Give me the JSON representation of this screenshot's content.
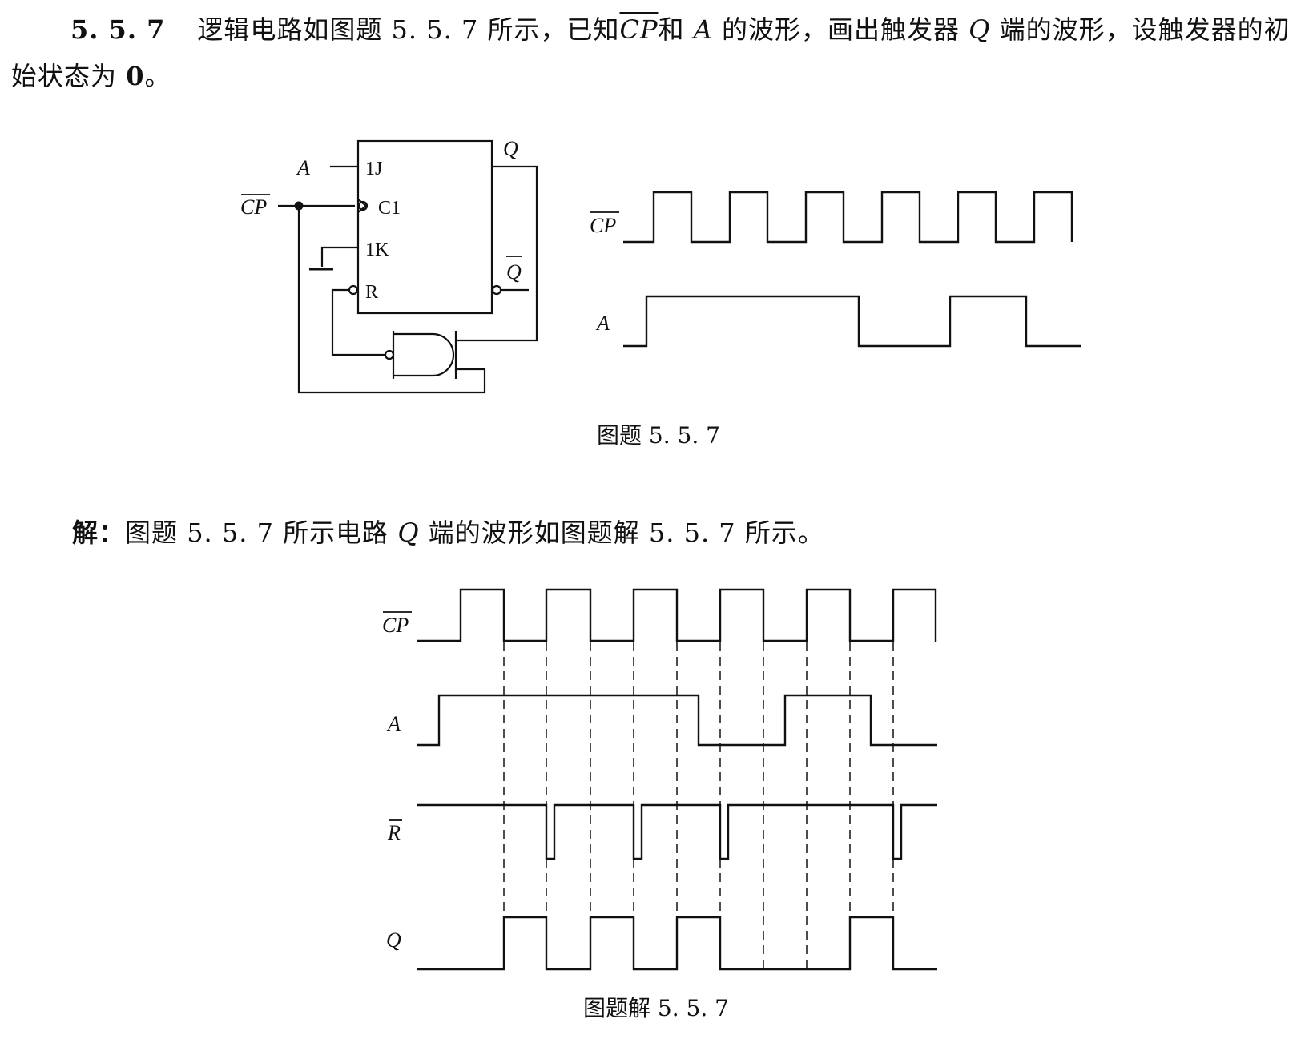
{
  "problem": {
    "number": "5. 5. 7",
    "text_a": "逻辑电路如图题 5. 5. 7 所示，已知",
    "cp_bar": "CP",
    "text_b": "和 ",
    "a_var": "A",
    "text_c": " 的波形，画出触发器 ",
    "q_var": "Q",
    "text_d": " 端的波形，设触发器的初始状态为 ",
    "init_state": "0",
    "text_e": "。"
  },
  "figure1": {
    "caption": "图题 5. 5. 7",
    "pins": {
      "j": "1J",
      "c": "C1",
      "k": "1K",
      "r": "R"
    },
    "labels": {
      "a": "A",
      "cp": "CP",
      "q": "Q",
      "qbar": "Q"
    },
    "wave_labels": {
      "cp": "CP",
      "a": "A"
    }
  },
  "solution": {
    "prefix": "解：",
    "text_a": "图题 5. 5. 7 所示电路 ",
    "q_var": "Q",
    "text_b": " 端的波形如图题解 5. 5. 7 所示。"
  },
  "figure2": {
    "caption": "图题解 5. 5. 7",
    "labels": {
      "cp": "CP",
      "a": "A",
      "r": "R",
      "q": "Q"
    }
  }
}
